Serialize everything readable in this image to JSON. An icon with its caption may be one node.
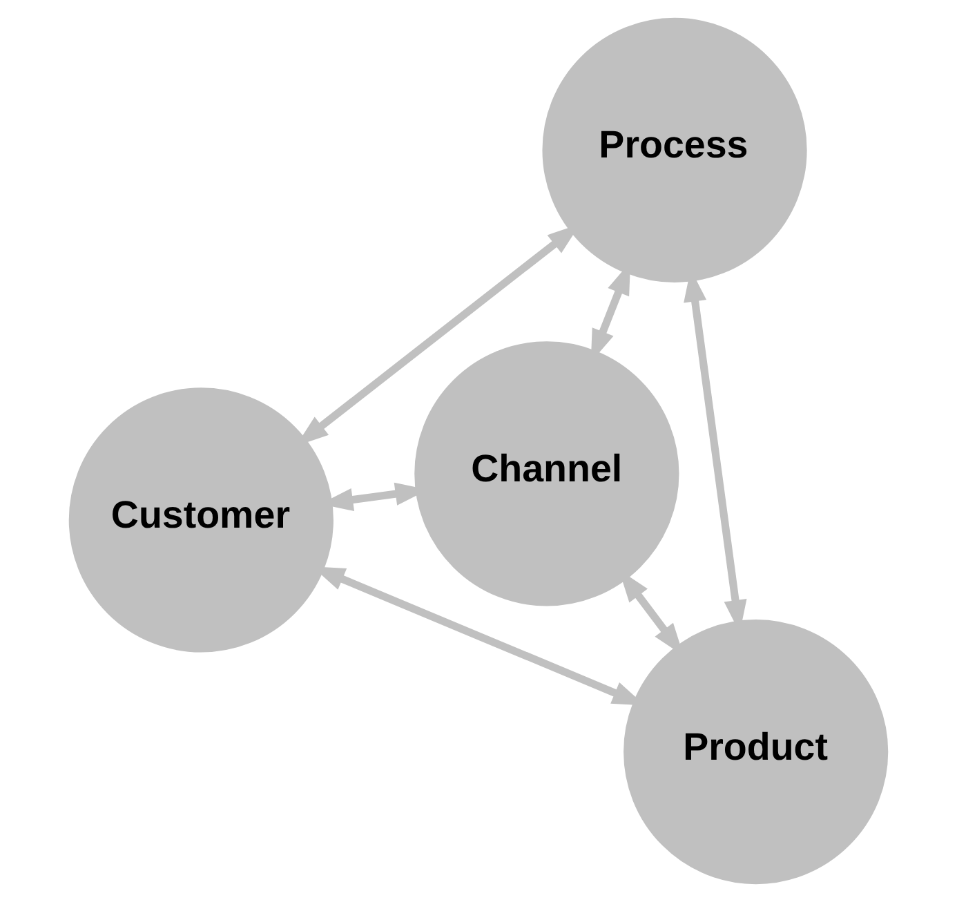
{
  "diagram": {
    "nodes": [
      {
        "text": [
          "Customer"
        ]
      },
      {
        "text": [
          "Channel"
        ]
      },
      {
        "text": [
          "Product"
        ]
      },
      {
        "text": [
          "Process"
        ]
      }
    ],
    "edges": [
      {
        "from": 0,
        "to": 1,
        "arrow": "both"
      },
      {
        "from": 0,
        "to": 2,
        "arrow": "both"
      },
      {
        "from": 0,
        "to": 3,
        "arrow": "both"
      },
      {
        "from": 1,
        "to": 2,
        "arrow": "both"
      },
      {
        "from": 1,
        "to": 3,
        "arrow": "both"
      },
      {
        "from": 2,
        "to": 3,
        "arrow": "both"
      }
    ]
  }
}
